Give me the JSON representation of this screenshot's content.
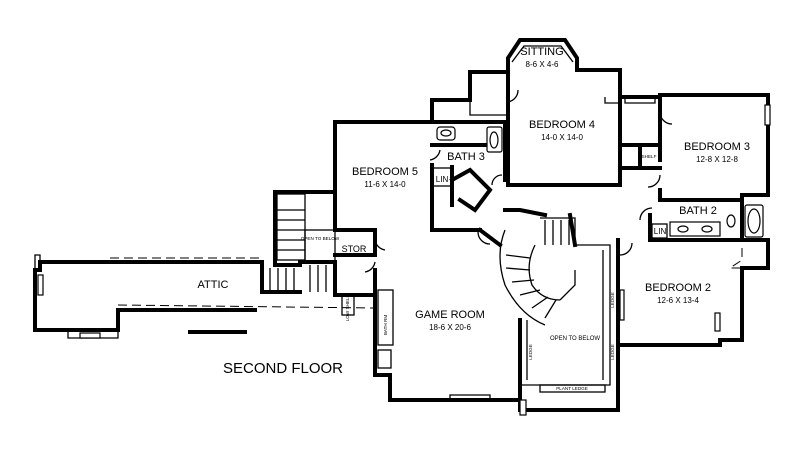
{
  "floor_title": "SECOND FLOOR",
  "rooms": {
    "sitting": {
      "name": "SITTING",
      "size": "8-6 X 4-6"
    },
    "bedroom4": {
      "name": "BEDROOM 4",
      "size": "14-0 X 14-0"
    },
    "bedroom3": {
      "name": "BEDROOM 3",
      "size": "12-8 X 12-8"
    },
    "bedroom5": {
      "name": "BEDROOM 5",
      "size": "11-6 X 14-0"
    },
    "bedroom2": {
      "name": "BEDROOM 2",
      "size": "12-6 X 13-4"
    },
    "game_room": {
      "name": "GAME ROOM",
      "size": "18-6 X 20-6"
    },
    "bath3": {
      "name": "BATH 3"
    },
    "bath2": {
      "name": "BATH 2"
    },
    "attic": {
      "name": "ATTIC"
    },
    "stor": {
      "name": "STOR"
    }
  },
  "small_labels": {
    "lin": "LIN",
    "shelf": "SHELF",
    "open_to_below": "OPEN TO BELOW",
    "ledge": "LEDGE",
    "plant_ledge": "PLANT LEDGE",
    "bath_rm": "BATH RM",
    "low_shelf": "LOW SHELF"
  }
}
